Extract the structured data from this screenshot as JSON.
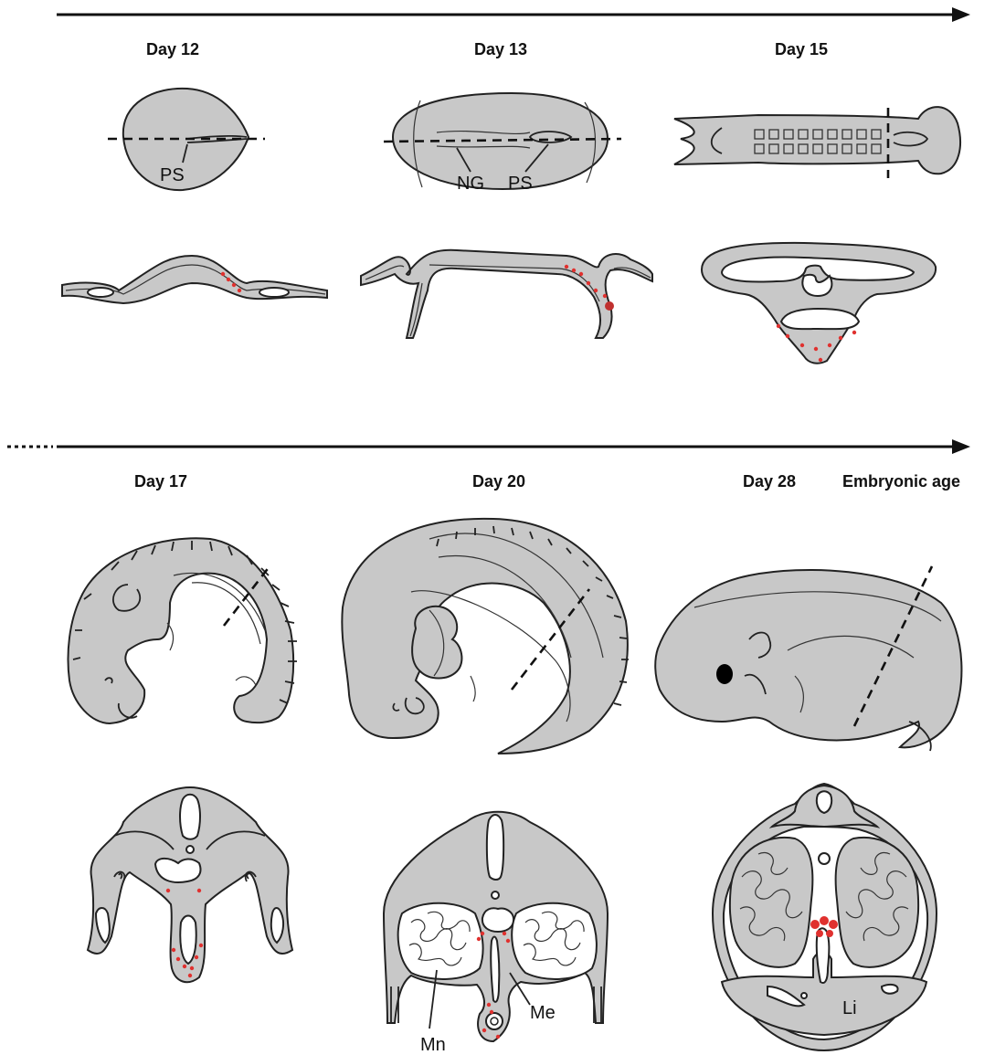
{
  "timeline": {
    "top_row_days": [
      "Day 12",
      "Day 13",
      "Day 15"
    ],
    "bottom_row_days": [
      "Day 17",
      "Day 20",
      "Day 28"
    ],
    "axis_label": "Embryonic age"
  },
  "labels": {
    "ps_day12": "PS",
    "ng": "NG",
    "ps_day13": "PS",
    "mn": "Mn",
    "me": "Me",
    "li": "Li"
  },
  "colors": {
    "tissue": "#c8c8c8",
    "outline": "#222222",
    "marker_cells": "#e0312f"
  }
}
